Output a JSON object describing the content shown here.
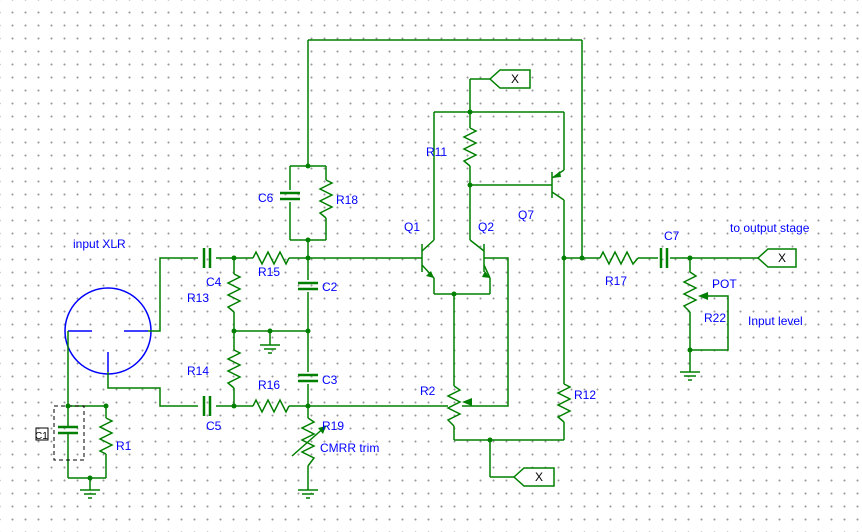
{
  "components": {
    "R1": "R1",
    "R2": "R2",
    "R11": "R11",
    "R12": "R12",
    "R13": "R13",
    "R14": "R14",
    "R15": "R15",
    "R16": "R16",
    "R17": "R17",
    "R18": "R18",
    "R19": "R19",
    "R22": "R22",
    "C1": "C1",
    "C2": "C2",
    "C3": "C3",
    "C4": "C4",
    "C5": "C5",
    "C6": "C6",
    "C7": "C7",
    "Q1": "Q1",
    "Q2": "Q2",
    "Q7": "Q7",
    "POT": "POT"
  },
  "notes": {
    "input_xlr": "input XLR",
    "to_output_stage": "to output stage",
    "input_level": "Input level",
    "cmrr_trim": "CMRR trim"
  },
  "net_tags": {
    "x_top": "X",
    "x_bottom": "X",
    "x_output": "X"
  },
  "colors": {
    "wire": "#008000",
    "label": "#0000ff",
    "connector": "#0000ff"
  }
}
